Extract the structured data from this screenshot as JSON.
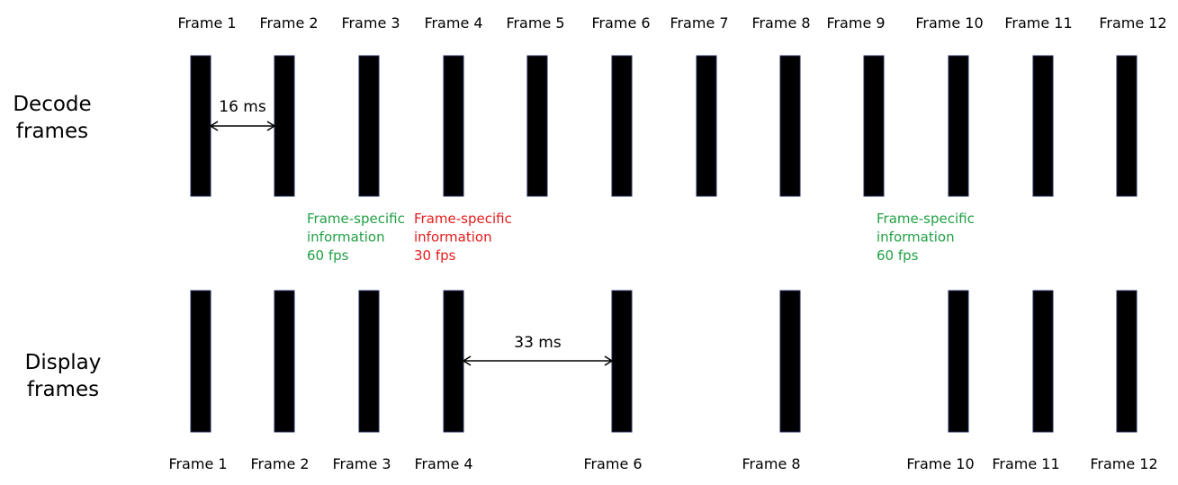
{
  "row_labels": {
    "decode": [
      "Decode",
      "frames"
    ],
    "display": [
      "Display",
      "frames"
    ]
  },
  "decode_frames": [
    {
      "label": "Frame 1",
      "shown": true
    },
    {
      "label": "Frame 2",
      "shown": true
    },
    {
      "label": "Frame 3",
      "shown": true
    },
    {
      "label": "Frame 4",
      "shown": true
    },
    {
      "label": "Frame 5",
      "shown": true
    },
    {
      "label": "Frame 6",
      "shown": true
    },
    {
      "label": "Frame 7",
      "shown": true
    },
    {
      "label": "Frame 8",
      "shown": true
    },
    {
      "label": "Frame 9",
      "shown": true
    },
    {
      "label": "Frame 10",
      "shown": true
    },
    {
      "label": "Frame 11",
      "shown": true
    },
    {
      "label": "Frame 12",
      "shown": true
    }
  ],
  "display_frames": [
    {
      "label": "Frame 1",
      "shown": true
    },
    {
      "label": "Frame 2",
      "shown": true
    },
    {
      "label": "Frame 3",
      "shown": true
    },
    {
      "label": "Frame 4",
      "shown": true
    },
    {
      "label": "",
      "shown": false
    },
    {
      "label": "Frame 6",
      "shown": true
    },
    {
      "label": "",
      "shown": false
    },
    {
      "label": "Frame 8",
      "shown": true
    },
    {
      "label": "",
      "shown": false
    },
    {
      "label": "Frame 10",
      "shown": true
    },
    {
      "label": "Frame 11",
      "shown": true
    },
    {
      "label": "Frame 12",
      "shown": true
    }
  ],
  "intervals": {
    "decode": {
      "label": "16 ms",
      "from_frame": 1,
      "to_frame": 2
    },
    "display": {
      "label": "33 ms",
      "from_frame": 4,
      "to_frame": 6
    }
  },
  "annotations": [
    {
      "lines": [
        "Frame-specific",
        "information",
        "60 fps"
      ],
      "color": "#22a045",
      "at_frame": 3
    },
    {
      "lines": [
        "Frame-specific",
        "information",
        "30 fps"
      ],
      "color": "#e51c1c",
      "at_frame": 4
    },
    {
      "lines": [
        "Frame-specific",
        "information",
        "60 fps"
      ],
      "color": "#22a045",
      "at_frame": 10
    }
  ],
  "colors": {
    "bar": "#000000",
    "bar_outline": "#1f2a5a",
    "arrow": "#000000"
  }
}
